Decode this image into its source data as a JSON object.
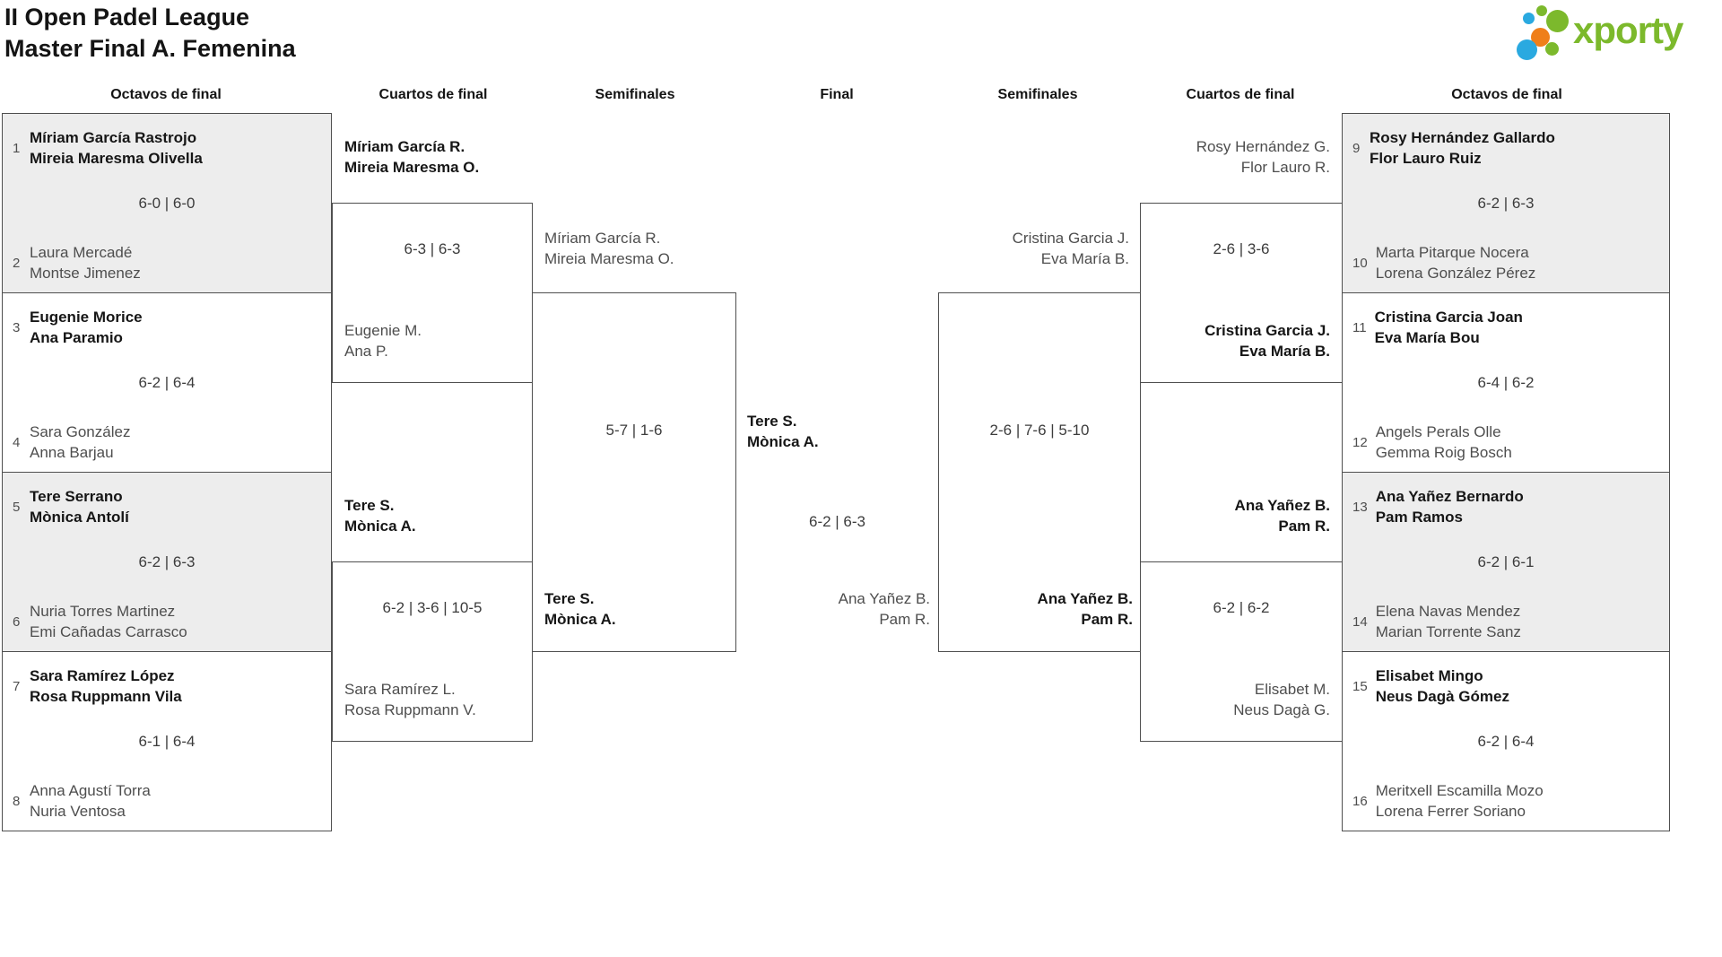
{
  "header": {
    "title_line1": "II Open Padel League",
    "title_line2": "Master Final A. Femenina",
    "logo_text": "xporty",
    "logo_colors": {
      "green": "#7cb92c",
      "blue": "#2aa9e0",
      "orange": "#ef7f1a"
    }
  },
  "rounds": [
    "Octavos de final",
    "Cuartos de final",
    "Semifinales",
    "Final",
    "Semifinales",
    "Cuartos de final",
    "Octavos de final"
  ],
  "colors": {
    "box_gray": "#ededed",
    "box_white": "#ffffff",
    "border": "#4f4f4f"
  },
  "bracket": {
    "oct_left": [
      {
        "seed1": "1",
        "team1": [
          "Míriam García Rastrojo",
          "Mireia Maresma Olivella"
        ],
        "score": "6-0 | 6-0",
        "seed2": "2",
        "team2": [
          "Laura Mercadé",
          "Montse Jimenez"
        ],
        "winner": "team1"
      },
      {
        "seed1": "3",
        "team1": [
          "Eugenie Morice",
          "Ana Paramio"
        ],
        "score": "6-2 | 6-4",
        "seed2": "4",
        "team2": [
          "Sara González",
          "Anna Barjau"
        ],
        "winner": "team1"
      },
      {
        "seed1": "5",
        "team1": [
          "Tere Serrano",
          "Mònica Antolí"
        ],
        "score": "6-2 | 6-3",
        "seed2": "6",
        "team2": [
          "Nuria Torres Martinez",
          "Emi Cañadas Carrasco"
        ],
        "winner": "team1"
      },
      {
        "seed1": "7",
        "team1": [
          "Sara Ramírez López",
          "Rosa Ruppmann Vila"
        ],
        "score": "6-1 | 6-4",
        "seed2": "8",
        "team2": [
          "Anna Agustí Torra",
          "Nuria Ventosa"
        ],
        "winner": "team1"
      }
    ],
    "qf_left": [
      {
        "top": [
          "Míriam García R.",
          "Mireia Maresma O."
        ],
        "score": "6-3 | 6-3",
        "bottom": [
          "Eugenie M.",
          "Ana P."
        ],
        "winner": "top"
      },
      {
        "top": [
          "Tere S.",
          "Mònica A."
        ],
        "score": "6-2 | 3-6 | 10-5",
        "bottom": [
          "Sara Ramírez L.",
          "Rosa Ruppmann V."
        ],
        "winner": "top"
      }
    ],
    "sf_left": {
      "top": [
        "Míriam García R.",
        "Mireia Maresma O."
      ],
      "score": "5-7 | 1-6",
      "bottom": [
        "Tere S.",
        "Mònica A."
      ],
      "winner": "bottom"
    },
    "final": {
      "top": [
        "Tere S.",
        "Mònica A."
      ],
      "score": "6-2 | 6-3",
      "bottom": [
        "Ana Yañez B.",
        "Pam R."
      ],
      "winner": "top"
    },
    "sf_right": {
      "top": [
        "Cristina Garcia J.",
        "Eva María B."
      ],
      "score": "2-6 | 7-6 | 5-10",
      "bottom": [
        "Ana Yañez B.",
        "Pam R."
      ],
      "winner": "bottom"
    },
    "qf_right": [
      {
        "top": [
          "Rosy Hernández G.",
          "Flor Lauro R."
        ],
        "score": "2-6 | 3-6",
        "bottom": [
          "Cristina Garcia J.",
          "Eva María B."
        ],
        "winner": "bottom"
      },
      {
        "top": [
          "Ana Yañez B.",
          "Pam R."
        ],
        "score": "6-2 | 6-2",
        "bottom": [
          "Elisabet M.",
          "Neus Dagà G."
        ],
        "winner": "top"
      }
    ],
    "oct_right": [
      {
        "seed1": "9",
        "team1": [
          "Rosy Hernández Gallardo",
          "Flor Lauro Ruiz"
        ],
        "score": "6-2 | 6-3",
        "seed2": "10",
        "team2": [
          "Marta Pitarque Nocera",
          "Lorena González Pérez"
        ],
        "winner": "team1"
      },
      {
        "seed1": "11",
        "team1": [
          "Cristina Garcia Joan",
          "Eva María Bou"
        ],
        "score": "6-4 | 6-2",
        "seed2": "12",
        "team2": [
          "Angels Perals Olle",
          "Gemma Roig Bosch"
        ],
        "winner": "team1"
      },
      {
        "seed1": "13",
        "team1": [
          "Ana Yañez Bernardo",
          "Pam Ramos"
        ],
        "score": "6-2 | 6-1",
        "seed2": "14",
        "team2": [
          "Elena Navas Mendez",
          "Marian Torrente Sanz"
        ],
        "winner": "team1"
      },
      {
        "seed1": "15",
        "team1": [
          "Elisabet Mingo",
          "Neus Dagà Gómez"
        ],
        "score": "6-2 | 6-4",
        "seed2": "16",
        "team2": [
          "Meritxell Escamilla Mozo",
          "Lorena Ferrer Soriano"
        ],
        "winner": "team1"
      }
    ]
  }
}
